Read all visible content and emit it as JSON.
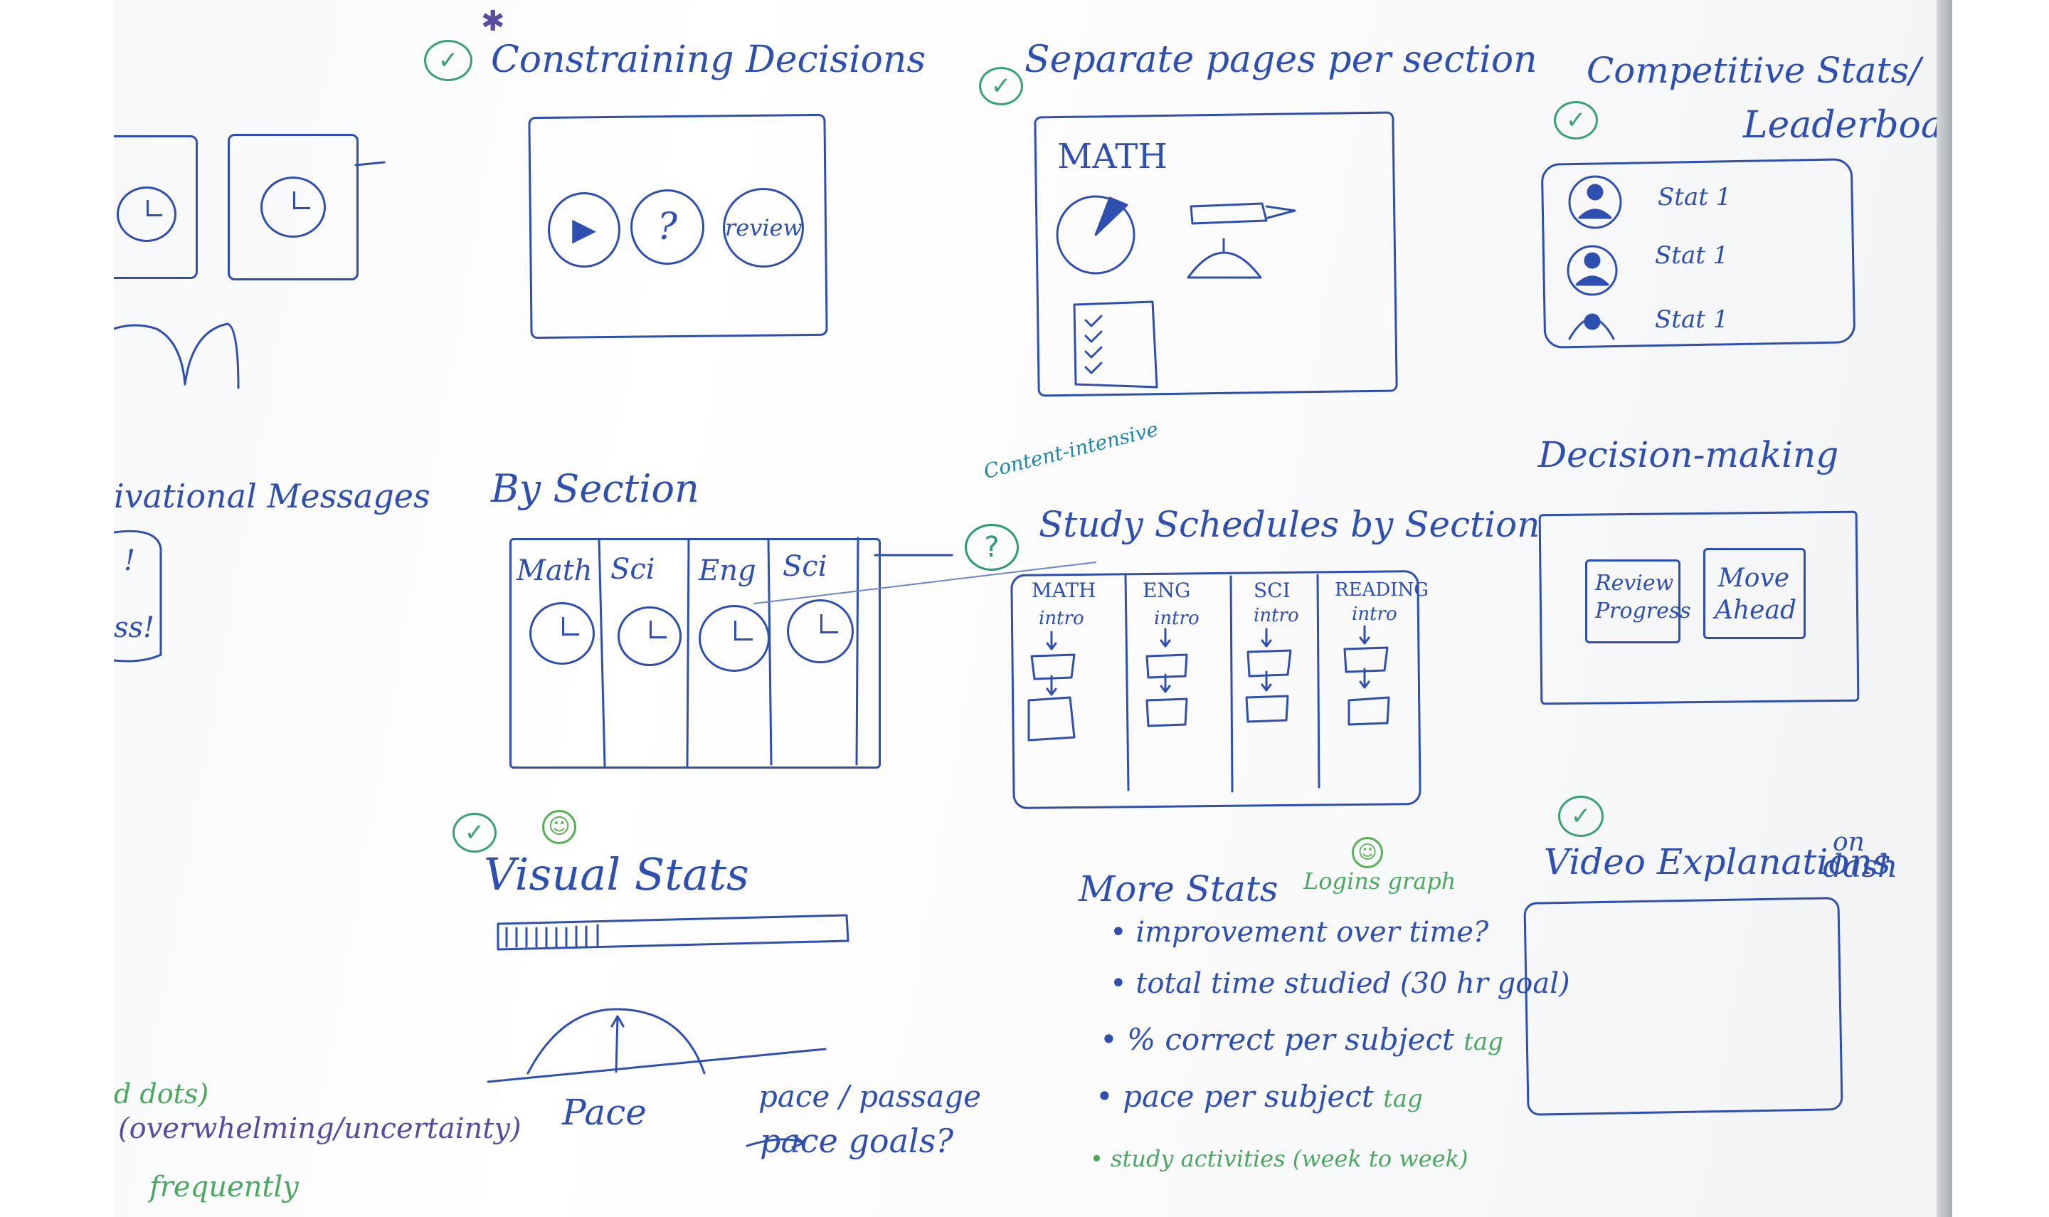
{
  "topics": {
    "constraining_decisions": {
      "title": "Constraining Decisions",
      "buttons": [
        "?",
        "review"
      ]
    },
    "separate_pages": {
      "title": "Separate pages per section",
      "page_label": "MATH"
    },
    "competitive_stats": {
      "title_line1": "Competitive Stats/",
      "title_line2": "Leaderboard",
      "rows": [
        "Stat 1",
        "Stat 1",
        "Stat 1"
      ]
    },
    "motivational_messages": {
      "title": "ivational Messages",
      "fragments": [
        "!",
        "ss!"
      ]
    },
    "by_section": {
      "title": "By Section",
      "columns": [
        "Math",
        "Sci",
        "Eng",
        "Sci"
      ]
    },
    "study_schedules": {
      "annotation": "Content-intensive",
      "title": "Study Schedules by Section",
      "columns": [
        {
          "label": "MATH",
          "sub": "intro"
        },
        {
          "label": "ENG",
          "sub": "intro"
        },
        {
          "label": "SCI",
          "sub": "intro"
        },
        {
          "label": "READING",
          "sub": "intro"
        }
      ]
    },
    "decision_making": {
      "title": "Decision-making",
      "buttons": [
        "Review Progress",
        "Move Ahead"
      ]
    },
    "visual_stats": {
      "title": "Visual Stats",
      "gauge_label": "Pace",
      "note1": "pace / passage",
      "note2": "pace goals?"
    },
    "more_stats": {
      "title": "More Stats",
      "annotation": "Logins graph",
      "items": [
        {
          "text": "improvement over time?",
          "tag": ""
        },
        {
          "text": "total time studied (30 hr goal)",
          "tag": ""
        },
        {
          "text": "% correct per subject",
          "tag": "tag"
        },
        {
          "text": "pace per subject",
          "tag": "tag"
        }
      ],
      "extra": "study activities (week to week)"
    },
    "video_explanations": {
      "title": "Video Explanations",
      "suffix1": "on",
      "suffix2": "dash"
    },
    "left_notes": {
      "line1": "d dots)",
      "line2": "(overwhelming/uncertainty)",
      "line3": "frequently"
    }
  },
  "colors": {
    "marker_blue": "#2f4fb0",
    "marker_teal": "#1f86a8",
    "marker_green": "#4aa860",
    "marker_purple": "#5b4aa0"
  },
  "icons": [
    "check-icon",
    "play-icon",
    "clock-icon",
    "pie-icon",
    "avatar-icon",
    "smiley-icon",
    "question-icon",
    "arrow-down-icon"
  ]
}
